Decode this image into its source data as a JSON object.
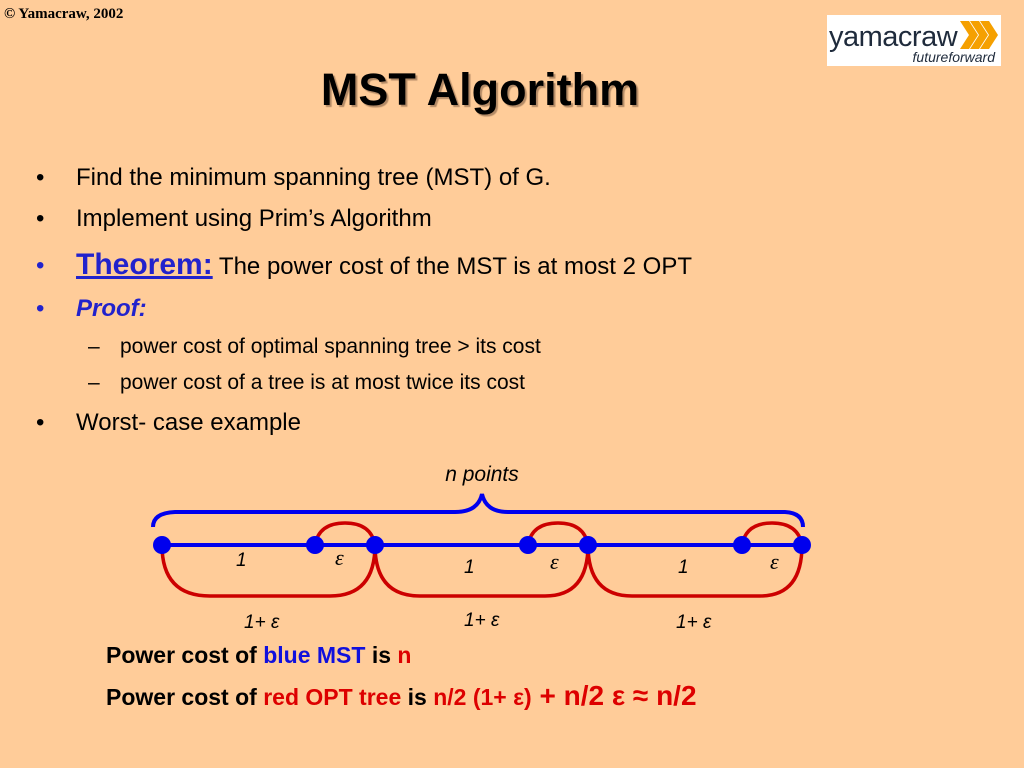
{
  "copyright": "© Yamacraw, 2002",
  "logo": {
    "word": "yamacraw",
    "tagline": "futureforward"
  },
  "title": "MST Algorithm",
  "bullets": {
    "b1": "Find the minimum spanning tree (MST)  of G.",
    "b2": "Implement using Prim’s Algorithm",
    "b3_label": "Theorem:",
    "b3_text": " The power cost of the MST is at most 2 OPT",
    "b4_label": "Proof:",
    "sub1": "power cost of  optimal spanning tree > its cost",
    "sub2": "power cost of a tree is at most twice its cost",
    "b5": "Worst- case example",
    "bullet_char": "•",
    "dash_char": "–"
  },
  "diagram": {
    "brace_label": "n points",
    "one_label": "1",
    "eps_label": "ε",
    "red_label": "1+ ε"
  },
  "statement1": {
    "prefix": "Power cost of ",
    "colored": "blue MST",
    "mid": " is  ",
    "value": "n"
  },
  "statement2": {
    "prefix": "Power cost of ",
    "colored": "red OPT tree",
    "mid": " is  ",
    "value": "n/2 (1+ ε)",
    "plus": " + ",
    "term": "n/2 ε",
    "approx": " ≈ ",
    "result": "n/2"
  },
  "colors": {
    "background": "#FFCC99",
    "blue": "#0000EE",
    "red": "#CC0000",
    "title_shadow": "#b38a66"
  }
}
